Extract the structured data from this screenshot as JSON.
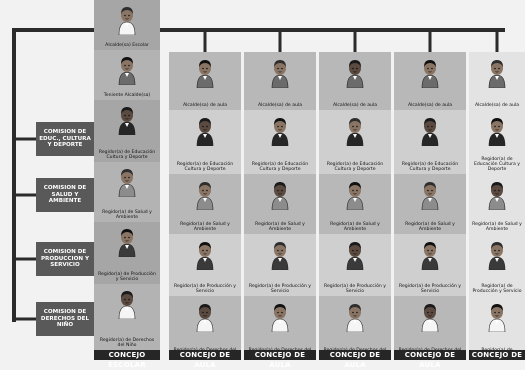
{
  "concejo_escolar": {
    "title": "CONCEJO ESCOLAR",
    "roles": [
      "Alcalde(sa) Escolar",
      "Teniente Alcalde(sa)",
      "Regidor(a) de Educación Cultura y Deporte",
      "Regidor(a) de Salud y Ambiente",
      "Regidor(a) de Producción y Servicio",
      "Regidor(a) de Derechos del Niño"
    ]
  },
  "concejos_de_aula": [
    {
      "title": "CONCEJO DE AULA",
      "roles": [
        "Alcalde(sa) de aula",
        "Regidor(a) de Educación Cultura y Deporte",
        "Regidor(a) de Salud y Ambiente",
        "Regidor(a) de Producción y Servicio",
        "Regidor(a) de Derechos del Niño"
      ]
    },
    {
      "title": "CONCEJO DE AULA",
      "roles": [
        "Alcalde(sa) de aula",
        "Regidor(a) de Educación Cultura y Deporte",
        "Regidor(a) de Salud y Ambiente",
        "Regidor(a) de Producción y Servicio",
        "Regidor(a) de Derechos del Niño"
      ]
    },
    {
      "title": "CONCEJO DE AULA",
      "roles": [
        "Alcalde(sa) de aula",
        "Regidor(a) de Educación Cultura y Deporte",
        "Regidor(a) de Salud y Ambiente",
        "Regidor(a) de Producción y Servicio",
        "Regidor(a) de Derechos del Niño"
      ]
    },
    {
      "title": "CONCEJO DE AULA",
      "roles": [
        "Alcalde(sa) de aula",
        "Regidor(a) de Educación Cultura y Deporte",
        "Regidor(a) de Salud y Ambiente",
        "Regidor(a) de Producción y Servicio",
        "Regidor(a) de Derechos del Niño"
      ]
    },
    {
      "title": "CONCEJO DE",
      "roles": [
        "Alcalde(sa) de aula",
        "Regidor(a) de Educación Cultura y Deporte",
        "Regidor(a) de Salud y Ambiente",
        "Regidor(a) de Producción y Servicio",
        "Regidor(a) de Derechos del Niño"
      ]
    }
  ],
  "comisiones": [
    "COMISION DE EDUC., CULTURA Y DEPORTE",
    "COMISION DE SALUD Y AMBIENTE",
    "COMISION DE PRODUCCION Y SERVICIO",
    "COMISION DE DERECHOS DEL NIÑO"
  ],
  "colors": {
    "escolar_bg": "#a6a6a6",
    "aula_bg": "#b8b8b8",
    "aula_alt_bg": "#cfcfcf",
    "last_col_bg": "#e3e3e3",
    "comision_bg": "#595959",
    "connector": "#2b2b2b",
    "title_bar": "#262626"
  }
}
